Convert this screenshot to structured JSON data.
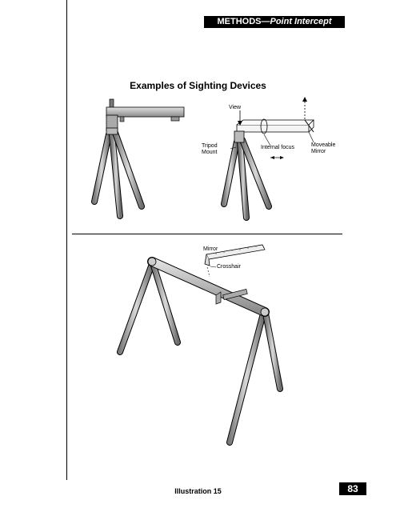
{
  "header": {
    "section": "METHODS",
    "dash": "—",
    "topic": "Point Intercept"
  },
  "figure_title": "Examples of Sighting Devices",
  "labels": {
    "view": "View",
    "tripod_line1": "Tripod",
    "tripod_line2": "Mount",
    "internal_focus": "Internal focus",
    "moveable_line1": "Moveable",
    "moveable_line2": "Mirror",
    "mirror": "Mirror",
    "crosshair": "Crosshair"
  },
  "footer": {
    "caption": "Illustration 15",
    "page_number": "83"
  }
}
